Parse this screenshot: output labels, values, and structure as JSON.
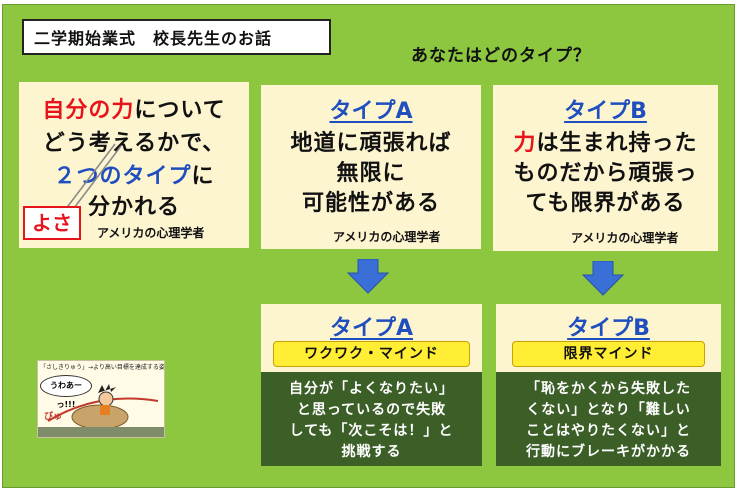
{
  "title": "二学期始業式　校長先生のお話",
  "question": "あなたはどのタイプ？",
  "intro": {
    "line1_red": "自分の力",
    "line1_rest": "について",
    "line2": "どう考えるかで、",
    "line3_blue": "２つのタイプ",
    "line3_rest": "に",
    "line4": "分かれる",
    "yosa": "よさ",
    "source": "アメリカの心理学者"
  },
  "typeA": {
    "heading": "タイプA",
    "lines": [
      "地道に頑張れば",
      "無限に",
      "可能性がある"
    ],
    "source": "アメリカの心理学者"
  },
  "typeB": {
    "heading": "タイプB",
    "line1_red": "力",
    "line1_rest": "は生まれ持った",
    "line2": "ものだから頑張っ",
    "line3": "ても限界がある",
    "source": "アメリカの心理学者"
  },
  "mindA": {
    "heading": "タイプA",
    "label": "ワクワク・マインド",
    "desc": [
      "自分が「よくなりたい」",
      "と思っているので失敗",
      "しても「次こそは！」と",
      "挑戦する"
    ]
  },
  "mindB": {
    "heading": "タイプB",
    "label": "限界マインド",
    "desc": [
      "「恥をかくから失敗した",
      "くない」となり「難しい",
      "ことはやりたくない」と",
      "行動にブレーキがかかる"
    ]
  },
  "illustration": {
    "caption": "「さしきりゅう」→より高い目標を達成する姿",
    "speech": "うわあーっ!!!",
    "sfx": "びゅ"
  },
  "colors": {
    "background": "#8dc63f",
    "card": "#fdf4d0",
    "dark_panel": "#3c5f28",
    "label_yellow": "#ffee33",
    "accent_red": "#e8141b",
    "accent_blue": "#1f4fbf",
    "arrow_blue": "#3a6fd8"
  }
}
